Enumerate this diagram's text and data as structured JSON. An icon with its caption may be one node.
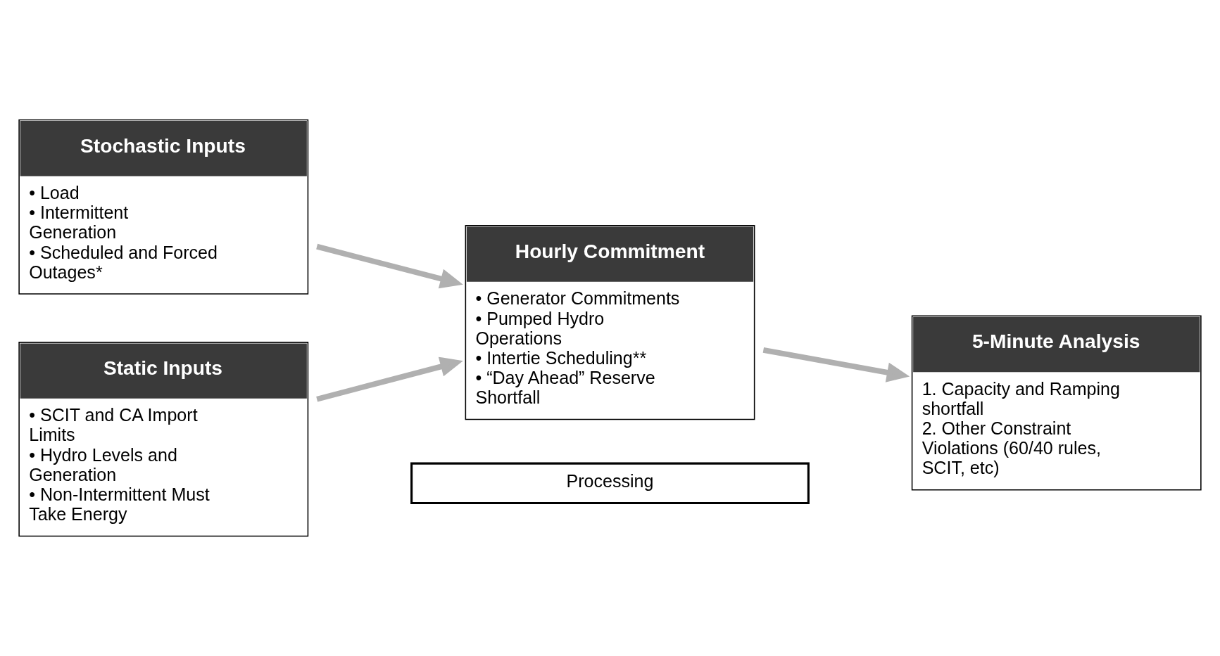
{
  "diagram": {
    "nodes": [
      {
        "text": [
          "Stochastic Inputs",
          "• Load",
          "• Intermittent Generation",
          "• Scheduled and Forced Outages*"
        ]
      },
      {
        "text": [
          "Static Inputs",
          "• SCIT and CA Import Limits",
          "• Hydro Levels and Generation",
          "• Non-Intermittent Must Take Energy"
        ]
      },
      {
        "text": [
          "Processing"
        ]
      },
      {
        "text": [
          "Hourly Commitment",
          "• Generator Commitments",
          "• Pumped Hydro Operations",
          "• Intertie Scheduling**",
          "• “Day Ahead” Reserve Shortfall"
        ]
      },
      {
        "text": [
          "5-Minute Analysis",
          "1. Capacity and Ramping shortfall",
          "2. Other Constraint Violations (60/40 rules, SCIT, etc)"
        ]
      }
    ],
    "edges": [
      {
        "from": 0,
        "to": 3,
        "arrow": "to"
      },
      {
        "from": 1,
        "to": 3,
        "arrow": "to"
      },
      {
        "from": 3,
        "to": 4,
        "arrow": "to"
      }
    ]
  }
}
